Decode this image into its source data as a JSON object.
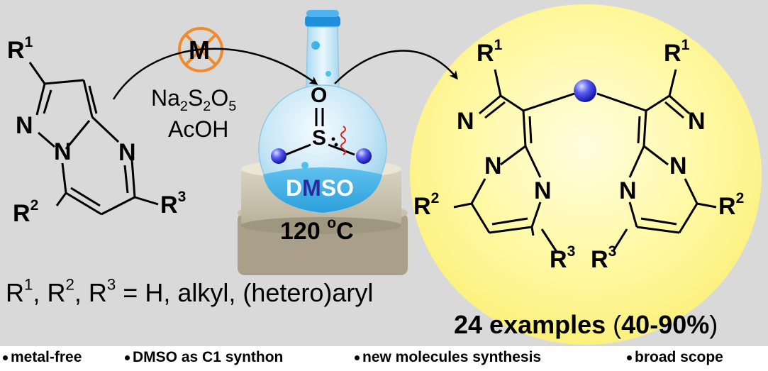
{
  "reactant": {
    "r1": "R",
    "r1_sup": "1",
    "r2": "R",
    "r2_sup": "2",
    "r3": "R",
    "r3_sup": "3",
    "n1": "N",
    "n2": "N",
    "n3": "N"
  },
  "conditions": {
    "metal_symbol": "M",
    "reagent_na": "Na",
    "reagent_2a": "2",
    "reagent_s": "S",
    "reagent_2b": "2",
    "reagent_o": "O",
    "reagent_5": "5",
    "reagent_acid": "AcOH",
    "sulfoxide_o": "O",
    "sulfoxide_s": "S",
    "solvent_d": "D",
    "solvent_m": "M",
    "solvent_so": "SO",
    "temperature_value": "120 ",
    "temperature_deg": "o",
    "temperature_unit": "C"
  },
  "product": {
    "left": {
      "r1": "R",
      "r1_sup": "1",
      "r2": "R",
      "r2_sup": "2",
      "r3": "R",
      "r3_sup": "3",
      "n_a": "N",
      "n_b": "N",
      "n_c": "N"
    },
    "right": {
      "r1": "R",
      "r1_sup": "1",
      "r2": "R",
      "r2_sup": "2",
      "r3": "R",
      "r3_sup": "3",
      "n_a": "N",
      "n_b": "N",
      "n_c": "N"
    }
  },
  "substituents": {
    "r1": "R",
    "s1": "1",
    "sep1": ", ",
    "r2": "R",
    "s2": "2",
    "sep2": ", ",
    "r3": "R",
    "s3": "3",
    "definition": " = H, alkyl, (hetero)aryl"
  },
  "scope": {
    "count_text": "24 examples ",
    "yield_open": "(",
    "yield_range": "40-90%",
    "yield_close": ")"
  },
  "features": [
    "metal-free",
    "DMSO as C1 synthon",
    "new molecules synthesis",
    "broad scope"
  ],
  "colors": {
    "background": "#d9d9d9",
    "product_oval": "#fffb9e",
    "no_metal": "#f08a2c",
    "dmso_blue": "#1f6fd6",
    "dmso_m": "#2a2aa0",
    "carbon_sphere": "#2b2bd8",
    "wavy_bond": "#e02020"
  }
}
